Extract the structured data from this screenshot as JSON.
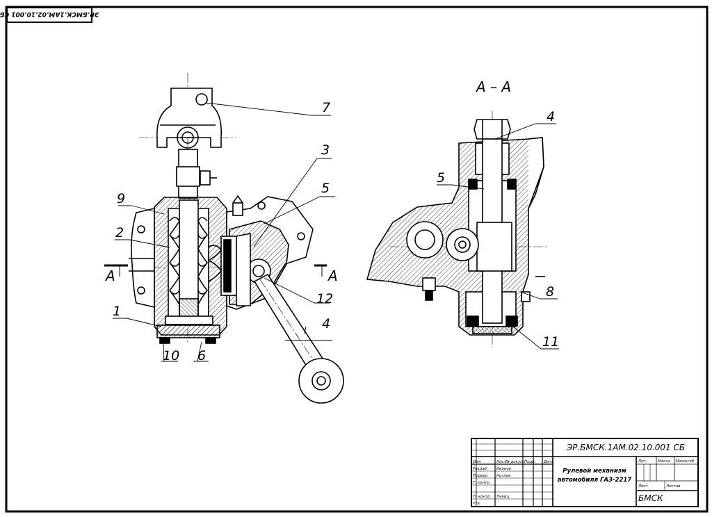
{
  "drawing": {
    "corner_stamp": "ЭР.БМСК.1АМ.02.10.001 СБ",
    "section_title": "А – А",
    "section_mark_left": "А",
    "section_mark_right": "А",
    "callouts_main": [
      "7",
      "3",
      "5",
      "9",
      "2",
      "12",
      "1",
      "4",
      "10",
      "6"
    ],
    "callouts_section": [
      "4",
      "5",
      "8",
      "11"
    ]
  },
  "title_block": {
    "document_code": "ЭР.БМСК.1АМ.02.10.001 СБ",
    "title_line1": "Рулевой механизм",
    "title_line2": "автомобиля ГАЗ-2217",
    "organization": "БМСК",
    "small_labels": [
      "Изм.",
      "Лист",
      "№ докум.",
      "Подп.",
      "Дата",
      "Разраб.",
      "Провер.",
      "Т. контр.",
      "Н. контр.",
      "Утв.",
      "Лит.",
      "Масса",
      "Масштаб",
      "Лист",
      "Листов"
    ],
    "names": [
      "Иванов",
      "Козлов",
      "Левиц."
    ]
  }
}
